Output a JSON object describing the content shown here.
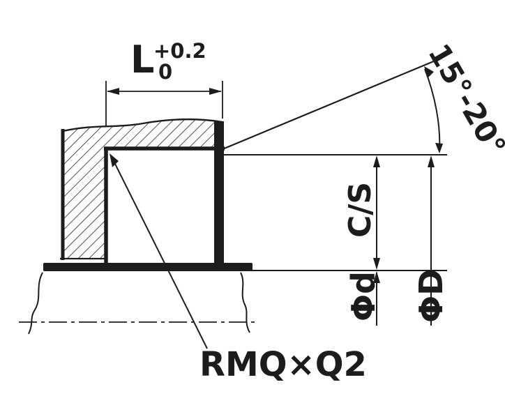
{
  "page": {
    "background": "#ffffff"
  },
  "drawing": {
    "ink": "#1c1c1c",
    "labels": {
      "groove_width_letter": "L",
      "groove_width_tol_upper": "+0.2",
      "groove_width_tol_lower": "0",
      "flank_angle": "15°-20°",
      "cross_section": "C/S",
      "rod_diameter": "Φd",
      "groove_diameter": "ΦD",
      "corner_note": "RMQ×Q2"
    }
  }
}
